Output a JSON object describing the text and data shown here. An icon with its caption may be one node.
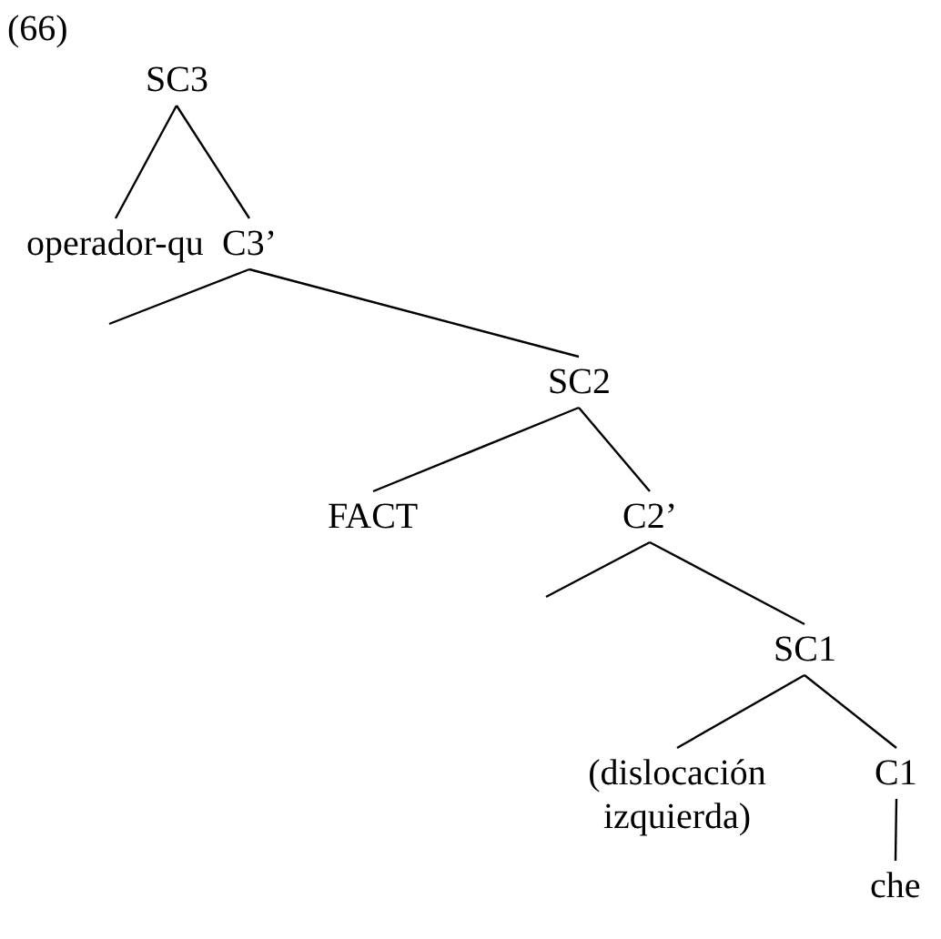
{
  "diagram": {
    "nodes": [
      {
        "text": [
          "SC3"
        ]
      },
      {
        "text": [
          "operador-qu"
        ]
      },
      {
        "text": [
          "C3’"
        ]
      },
      {
        "text": [
          "SC2"
        ]
      },
      {
        "text": [
          "FACT"
        ]
      },
      {
        "text": [
          "C2’"
        ]
      },
      {
        "text": [
          "SC1"
        ]
      },
      {
        "text": [
          "(dislocación izquierda)"
        ]
      },
      {
        "text": [
          "C1"
        ]
      },
      {
        "text": [
          "che"
        ]
      }
    ],
    "edges": [
      {
        "from": 0,
        "to": 1,
        "arrow": "none"
      },
      {
        "from": 0,
        "to": 2,
        "arrow": "none"
      },
      {
        "from": 2,
        "to": null,
        "arrow": "none"
      },
      {
        "from": 2,
        "to": 3,
        "arrow": "none"
      },
      {
        "from": 3,
        "to": 4,
        "arrow": "none"
      },
      {
        "from": 3,
        "to": 5,
        "arrow": "none"
      },
      {
        "from": 5,
        "to": null,
        "arrow": "none"
      },
      {
        "from": 5,
        "to": 6,
        "arrow": "none"
      },
      {
        "from": 6,
        "to": 7,
        "arrow": "none"
      },
      {
        "from": 6,
        "to": 8,
        "arrow": "none"
      },
      {
        "from": 8,
        "to": 9,
        "arrow": "none"
      }
    ],
    "labels": [
      "(66)"
    ]
  }
}
